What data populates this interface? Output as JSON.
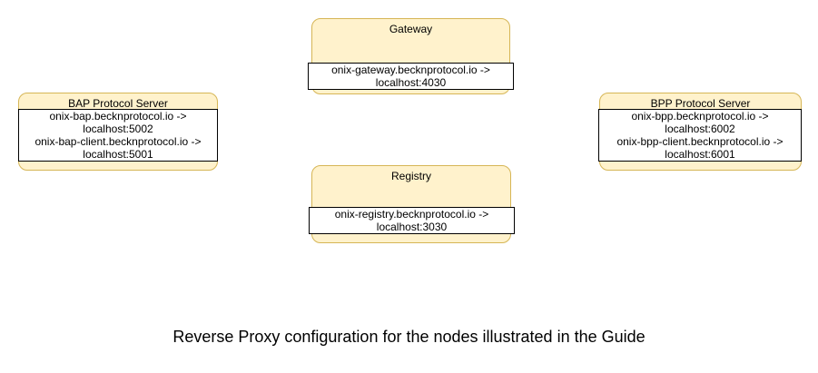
{
  "diagram": {
    "caption": "Reverse Proxy configuration for the nodes illustrated in the Guide",
    "colors": {
      "node_fill": "#FFF2CC",
      "node_border": "#D6B656",
      "mapping_fill": "#FFFFFF",
      "mapping_border": "#000000",
      "text": "#000000"
    },
    "nodes": [
      {
        "id": "gateway",
        "title": "Gateway",
        "lines": [
          "onix-gateway.becknprotocol.io ->",
          "localhost:4030"
        ]
      },
      {
        "id": "bap-protocol-server",
        "title": "BAP Protocol Server",
        "lines": [
          "onix-bap.becknprotocol.io ->",
          "localhost:5002",
          "onix-bap-client.becknprotocol.io ->",
          "localhost:5001"
        ]
      },
      {
        "id": "bpp-protocol-server",
        "title": "BPP Protocol Server",
        "lines": [
          "onix-bpp.becknprotocol.io ->",
          "localhost:6002",
          "onix-bpp-client.becknprotocol.io ->",
          "localhost:6001"
        ]
      },
      {
        "id": "registry",
        "title": "Registry",
        "lines": [
          "onix-registry.becknprotocol.io ->",
          "localhost:3030"
        ]
      }
    ]
  }
}
